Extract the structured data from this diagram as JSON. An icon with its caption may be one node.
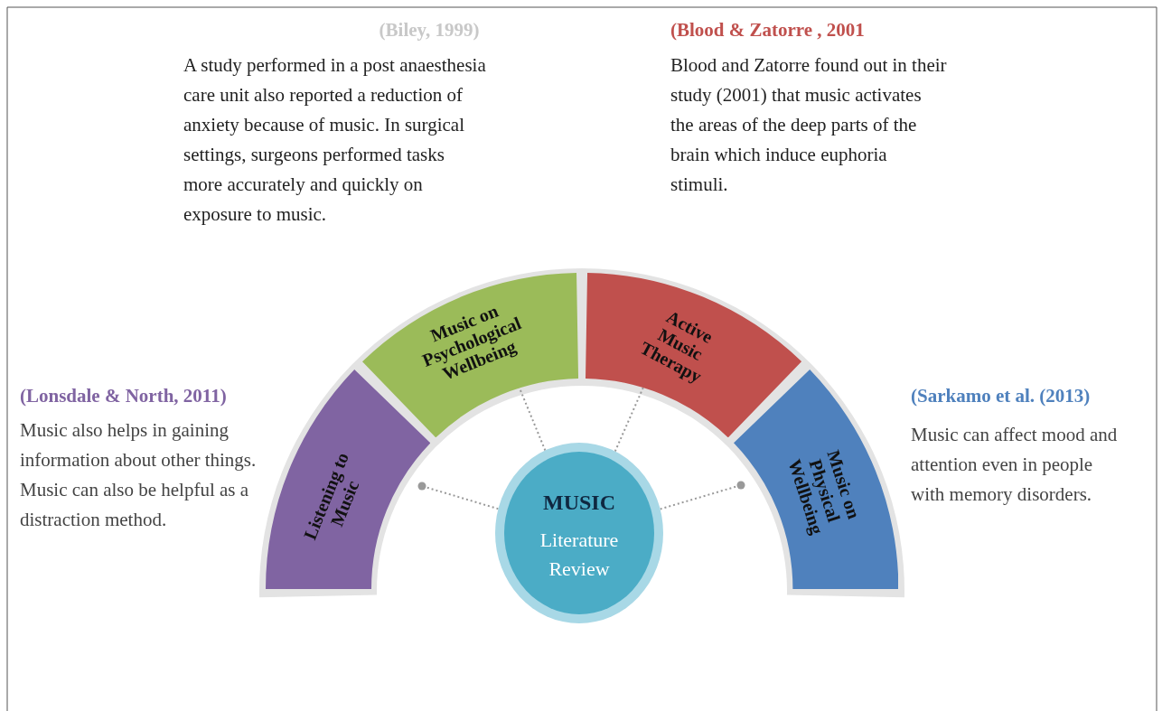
{
  "diagram": {
    "nodes": [
      {
        "text": [
          "MUSIC",
          "Literature Review"
        ]
      },
      {
        "text": [
          "Listening to Music"
        ]
      },
      {
        "text": [
          "Music on Psychological Wellbeing"
        ]
      },
      {
        "text": [
          "Active Music Therapy"
        ]
      },
      {
        "text": [
          "Music on Physical Wellbeing"
        ]
      }
    ],
    "edges": [
      {
        "from": 0,
        "to": 1,
        "arrow": "other",
        "style": "dashed"
      },
      {
        "from": 0,
        "to": 2,
        "arrow": "other",
        "style": "dashed"
      },
      {
        "from": 0,
        "to": 3,
        "arrow": "other",
        "style": "dashed"
      },
      {
        "from": 0,
        "to": 4,
        "arrow": "other",
        "style": "dashed"
      }
    ],
    "labels": [
      "(Biley, 1999)",
      "A study performed in a post anaesthesia care unit also reported a reduction of anxiety because of music. In surgical settings, surgeons performed tasks more accurately and quickly on exposure to music.",
      "(Blood & Zatorre , 2001",
      "Blood and Zatorre found out in their study (2001) that music activates the areas of the deep parts of the brain which induce euphoria stimuli.",
      "(Lonsdale & North, 2011)",
      "Music also helps in gaining information about other things. Music can also be helpful as a distraction method.",
      "(Sarkamo et al. (2013)",
      "Music can affect mood and attention even in people with memory disorders."
    ]
  }
}
